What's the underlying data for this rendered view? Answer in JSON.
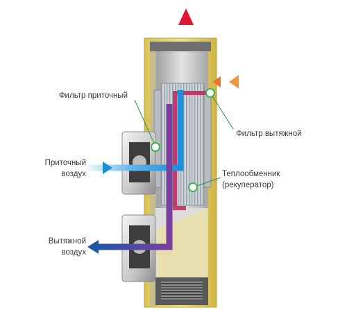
{
  "labels": {
    "supply_filter": "Фильтр приточный",
    "exhaust_filter": "Фильтр вытяжной",
    "supply_air_line1": "Приточный",
    "supply_air_line2": "воздух",
    "exhaust_air_line1": "Вытяжной",
    "exhaust_air_line2": "воздух",
    "heat_exchanger_line1": "Теплообменник",
    "heat_exchanger_line2": "(рекуператор)"
  },
  "colors": {
    "housing_frame": "#e8d66a",
    "housing_inner": "#c9c9c9",
    "hot_air": "#d8163c",
    "warm_exhaust_in": "#f08a2c",
    "cold_supply_in": "#1d8fd8",
    "exhaust_out": "#1d57a8",
    "marker": "#3cb54a",
    "leader": "#2f8f4e"
  }
}
